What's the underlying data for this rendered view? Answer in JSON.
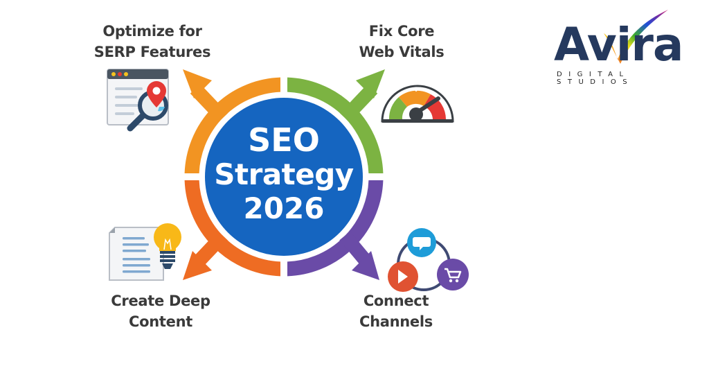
{
  "center": {
    "line1": "SEO",
    "line2": "Strategy",
    "line3": "2026",
    "color": "#1565c0"
  },
  "quadrants": [
    {
      "position": "top-left",
      "lines": [
        "Optimize for",
        "SERP Features"
      ],
      "ring_color": "#f29422",
      "icon": "serp-search-icon"
    },
    {
      "position": "top-right",
      "lines": [
        "Fix Core",
        "Web Vitals"
      ],
      "ring_color": "#7cb342",
      "icon": "speedometer-gauge-icon"
    },
    {
      "position": "bottom-left",
      "lines": [
        "Create Deep",
        "Content"
      ],
      "ring_color": "#ee6c23",
      "icon": "document-lightbulb-icon"
    },
    {
      "position": "bottom-right",
      "lines": [
        "Connect",
        "Channels"
      ],
      "ring_color": "#6a4ba7",
      "icon": "connected-channels-icon"
    }
  ],
  "logo": {
    "wordmark": "Avira",
    "tagline": "DIGITAL STUDIOS",
    "primary_color": "#25395e",
    "accent_color": "#4a8fe0"
  }
}
